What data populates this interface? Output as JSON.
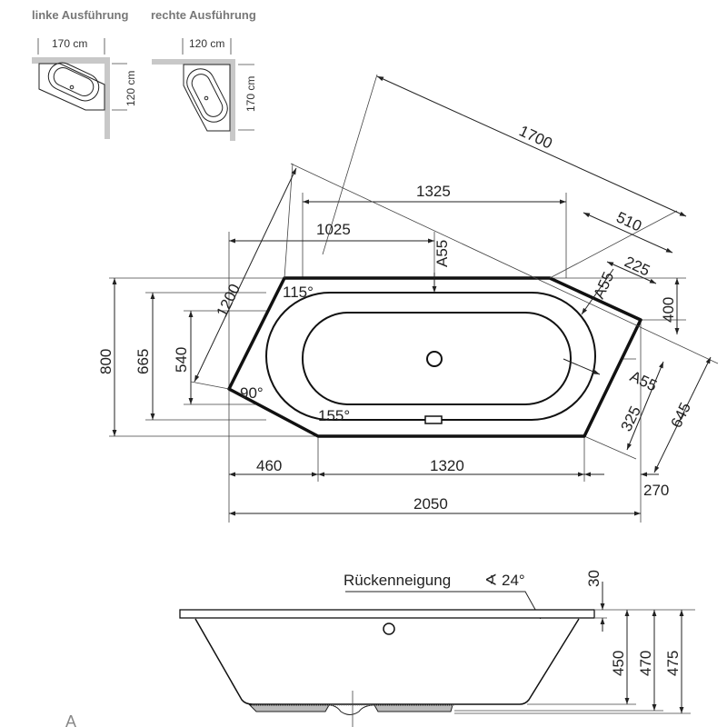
{
  "insets": {
    "left": {
      "caption": "linke Ausführung",
      "width_label": "170 cm",
      "depth_label": "120 cm"
    },
    "right": {
      "caption": "rechte Ausführung",
      "width_label": "120 cm",
      "depth_label": "170 cm"
    }
  },
  "plan": {
    "dimensions": {
      "d1700": "1700",
      "d1325": "1325",
      "d1025": "1025",
      "d510": "510",
      "d225": "225",
      "d1200": "1200",
      "d800": "800",
      "d665": "665",
      "d540": "540",
      "d400": "400",
      "d645": "645",
      "d325": "325",
      "d460": "460",
      "d1320": "1320",
      "d270": "270",
      "d2050": "2050"
    },
    "radii": {
      "top": "A55",
      "upper_right": "A55",
      "lower_right": "A55"
    },
    "angles": {
      "a115": "115°",
      "a90": "90°",
      "a155": "155°"
    }
  },
  "side": {
    "back_slope_label": "Rückenneigung",
    "back_slope_angle": "24°",
    "dimensions": {
      "d30": "30",
      "d450": "450",
      "d470": "470",
      "d475": "475"
    }
  },
  "corner_label": "A"
}
